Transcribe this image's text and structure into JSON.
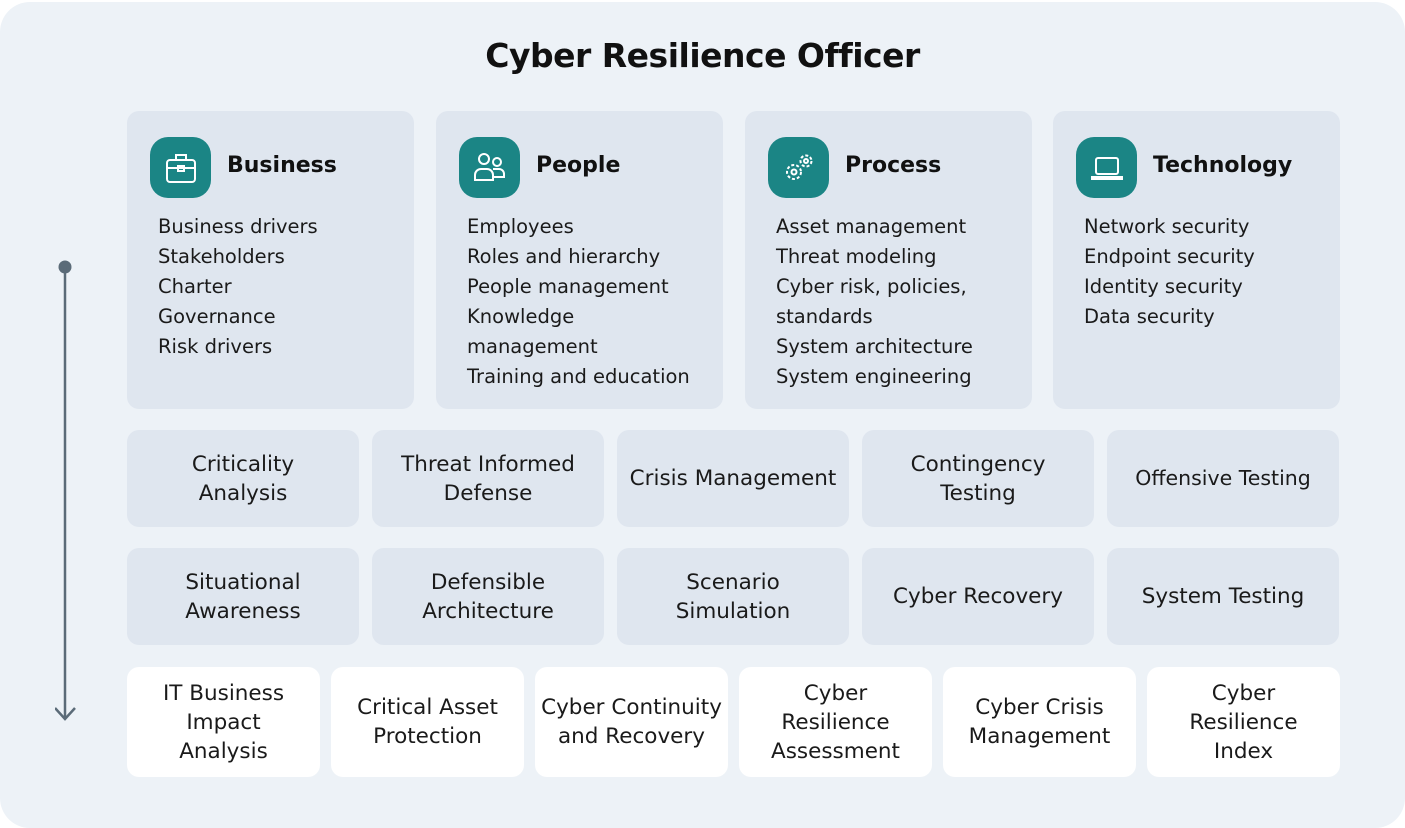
{
  "title": "Cyber Resilience Officer",
  "colors": {
    "accent": "#1b8585",
    "card": "#dfe6ef",
    "background": "#edf2f7",
    "axis": "#5b6b78"
  },
  "pillars": [
    {
      "title": "Business",
      "icon": "briefcase-icon",
      "items": [
        "Business drivers",
        "Stakeholders",
        "Charter",
        "Governance",
        "Risk drivers"
      ]
    },
    {
      "title": "People",
      "icon": "people-icon",
      "items": [
        "Employees",
        "Roles and hierarchy",
        "People management",
        "Knowledge",
        "management",
        "Training and education"
      ]
    },
    {
      "title": "Process",
      "icon": "gears-icon",
      "items": [
        "Asset management",
        "Threat modeling",
        "Cyber risk, policies,",
        "standards",
        "System architecture",
        "System engineering"
      ]
    },
    {
      "title": "Technology",
      "icon": "laptop-icon",
      "items": [
        "Network security",
        "Endpoint security",
        "Identity security",
        "Data security"
      ]
    }
  ],
  "capabilities_row1": [
    "Criticality Analysis",
    "Threat Informed Defense",
    "Crisis Management",
    "Contingency Testing",
    "Offensive Testing"
  ],
  "capabilities_row2": [
    "Situational Awareness",
    "Defensible Architecture",
    "Scenario Simulation",
    "Cyber Recovery",
    "System Testing"
  ],
  "services": [
    "IT Business Impact Analysis",
    "Critical Asset Protection",
    "Cyber Continuity and Recovery",
    "Cyber Resilience Assessment",
    "Cyber Crisis Management",
    "Cyber Resilience Index"
  ]
}
